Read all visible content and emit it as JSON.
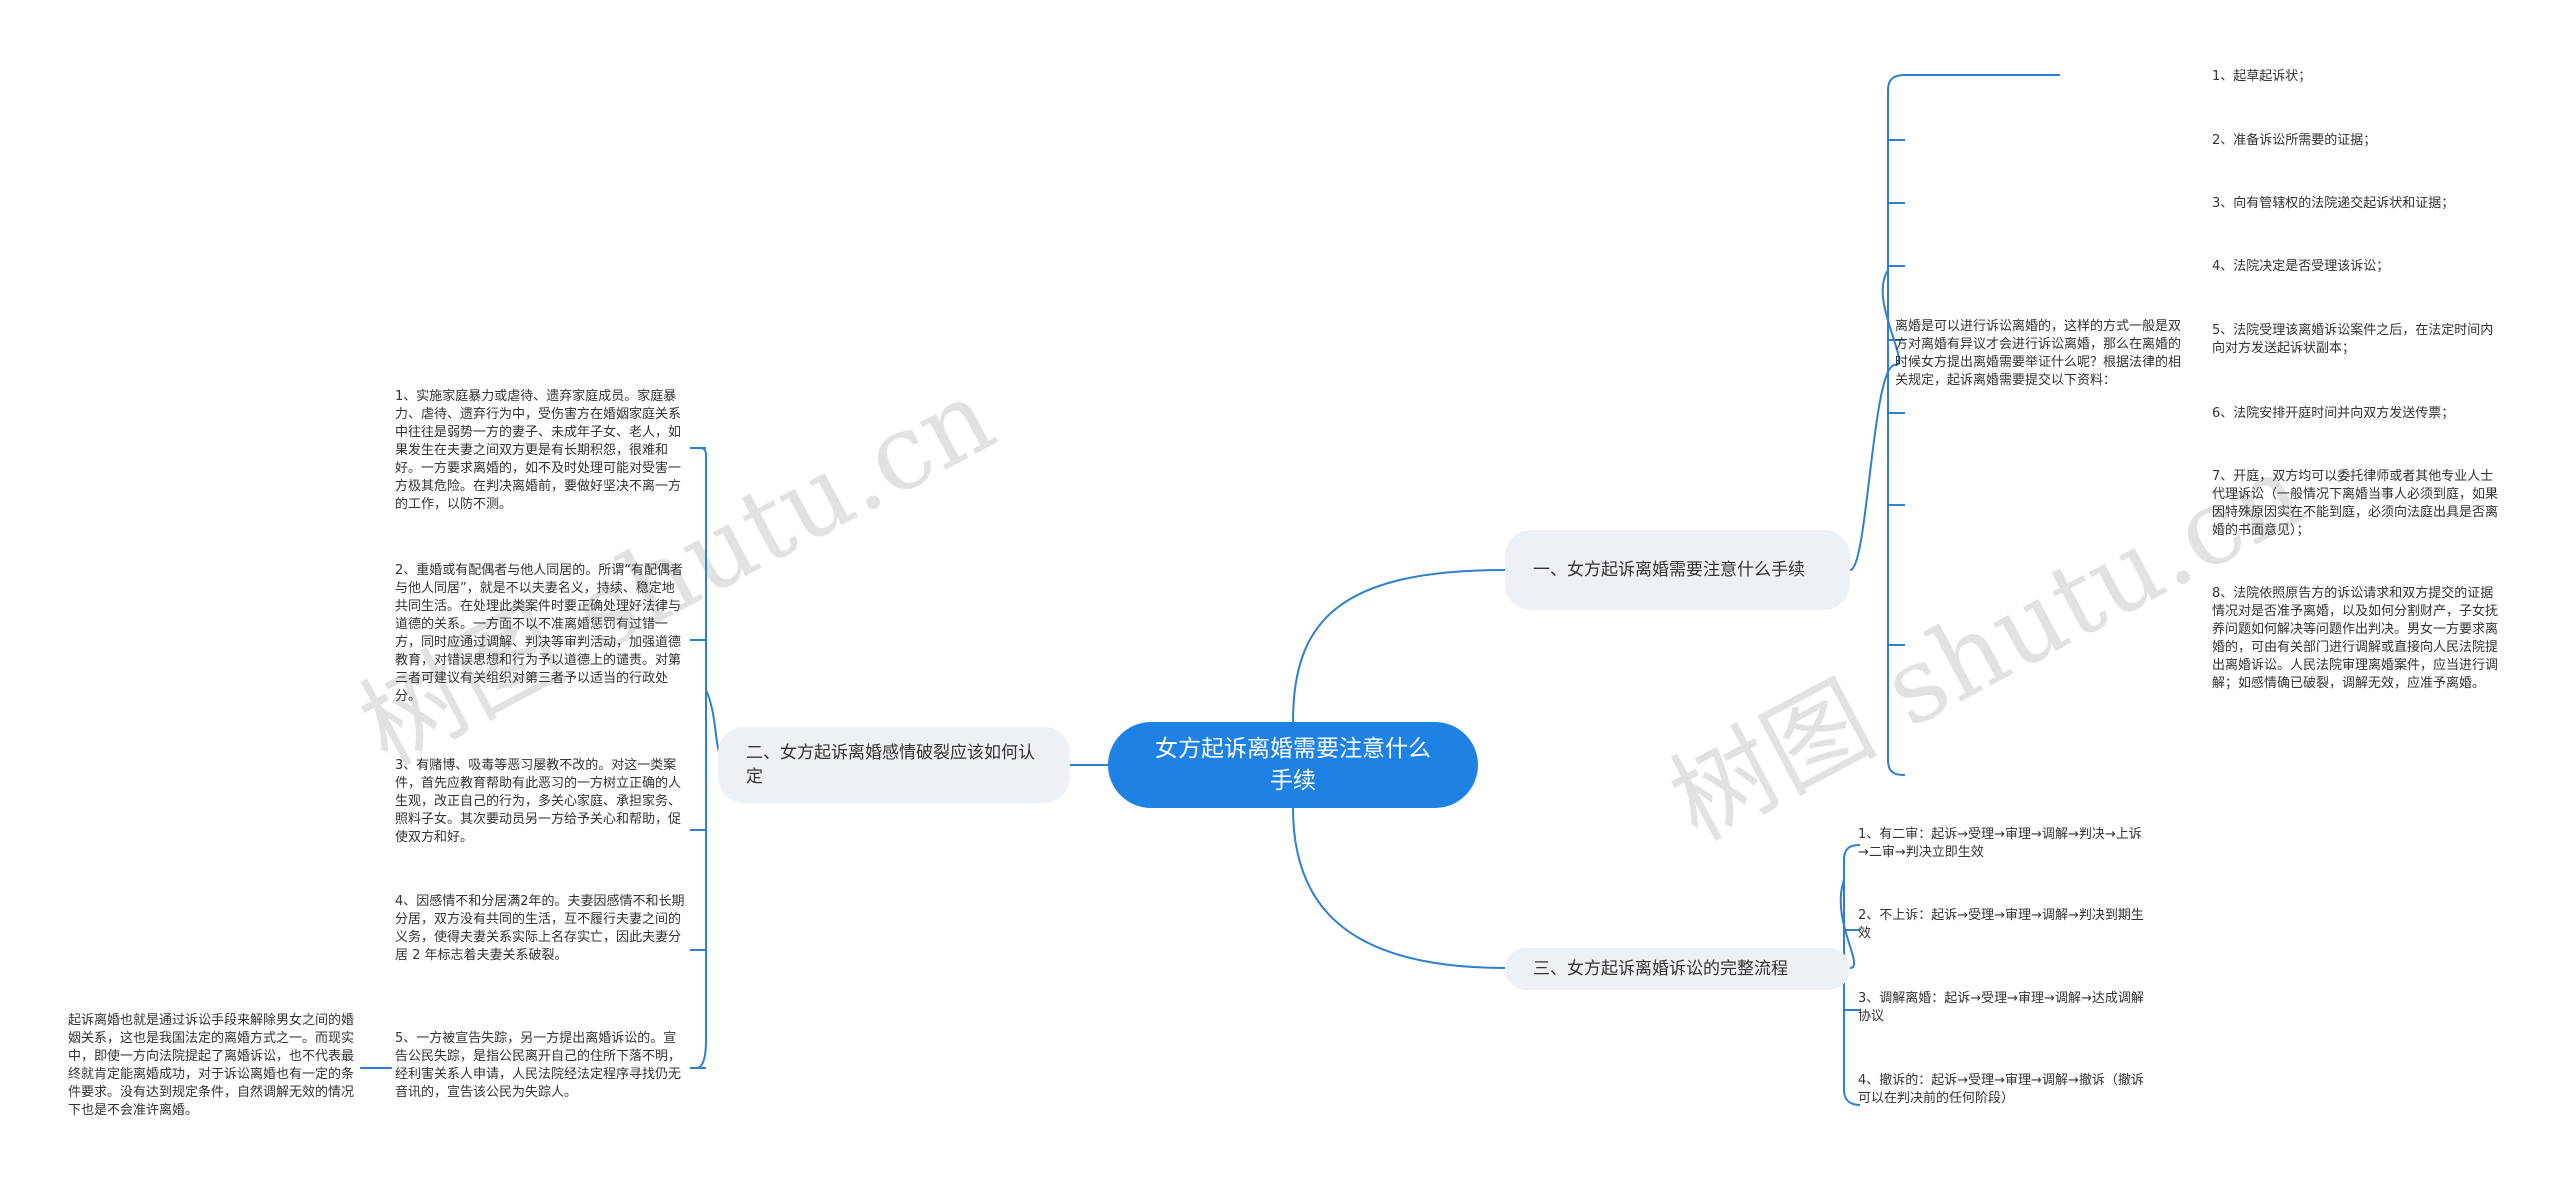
{
  "root": {
    "label": "女方起诉离婚需要注意什么手续"
  },
  "watermark": {
    "text": "树图 shutu.cn"
  },
  "branch1": {
    "label": "一、女方起诉离婚需要注意什么手续",
    "intro": "离婚是可以进行诉讼离婚的，这样的方式一般是双方对离婚有异议才会进行诉讼离婚，那么在离婚的时候女方提出离婚需要举证什么呢？根据法律的相关规定，起诉离婚需要提交以下资料：",
    "items": [
      "1、起草起诉状；",
      "2、准备诉讼所需要的证据；",
      "3、向有管辖权的法院递交起诉状和证据；",
      "4、法院决定是否受理该诉讼；",
      "5、法院受理该离婚诉讼案件之后，在法定时间内向对方发送起诉状副本；",
      "6、法院安排开庭时间并向双方发送传票；",
      "7、开庭，双方均可以委托律师或者其他专业人士代理诉讼（一般情况下离婚当事人必须到庭，如果因特殊原因实在不能到庭，必须向法庭出具是否离婚的书面意见）；",
      "8、法院依照原告方的诉讼请求和双方提交的证据情况对是否准予离婚，以及如何分割财产，子女抚养问题如何解决等问题作出判决。男女一方要求离婚的，可由有关部门进行调解或直接向人民法院提出离婚诉讼。人民法院审理离婚案件，应当进行调解；如感情确已破裂，调解无效，应准予离婚。"
    ]
  },
  "branch2": {
    "label": "二、女方起诉离婚感情破裂应该如何认定",
    "items": [
      "1、实施家庭暴力或虐待、遗弃家庭成员。家庭暴力、虐待、遗弃行为中，受伤害方在婚姻家庭关系中往往是弱势一方的妻子、未成年子女、老人，如果发生在夫妻之间双方更是有长期积怨，很难和好。一方要求离婚的，如不及时处理可能对受害一方极其危险。在判决离婚前，要做好坚决不离一方的工作，以防不测。",
      "2、重婚或有配偶者与他人同居的。所谓“有配偶者与他人同居”，就是不以夫妻名义，持续、稳定地共同生活。在处理此类案件时要正确处理好法律与道德的关系。一方面不以不准离婚惩罚有过错一方，同时应通过调解、判决等审判活动，加强道德教育，对错误思想和行为予以道德上的谴责。对第三者可建议有关组织对第三者予以适当的行政处分。",
      "3、有赌博、吸毒等恶习屡教不改的。对这一类案件，首先应教育帮助有此恶习的一方树立正确的人生观，改正自己的行为，多关心家庭、承担家务、照料子女。其次要动员另一方给予关心和帮助，促使双方和好。",
      "4、因感情不和分居满2年的。夫妻因感情不和长期分居，双方没有共同的生活，互不履行夫妻之间的义务，使得夫妻关系实际上名存实亡，因此夫妻分居 2 年标志着夫妻关系破裂。",
      "5、一方被宣告失踪，另一方提出离婚诉讼的。宣告公民失踪，是指公民离开自己的住所下落不明，经利害关系人申请，人民法院经法定程序寻找仍无音讯的，宣告该公民为失踪人。"
    ],
    "sub_note": "起诉离婚也就是通过诉讼手段来解除男女之间的婚姻关系，这也是我国法定的离婚方式之一。而现实中，即使一方向法院提起了离婚诉讼，也不代表最终就肯定能离婚成功，对于诉讼离婚也有一定的条件要求。没有达到规定条件，自然调解无效的情况下也是不会准许离婚。"
  },
  "branch3": {
    "label": "三、女方起诉离婚诉讼的完整流程",
    "items": [
      "1、有二审：起诉→受理→审理→调解→判决→上诉→二审→判决立即生效",
      "2、不上诉：起诉→受理→审理→调解→判决到期生效",
      "3、调解离婚：起诉→受理→审理→调解→达成调解协议",
      "4、撤诉的：起诉→受理→审理→调解→撤诉（撤诉可以在判决前的任何阶段）"
    ]
  },
  "colors": {
    "root": "#1e82e4",
    "branch_bg": "#edf0f4",
    "line": "#2f7fd0",
    "text": "#333333"
  }
}
